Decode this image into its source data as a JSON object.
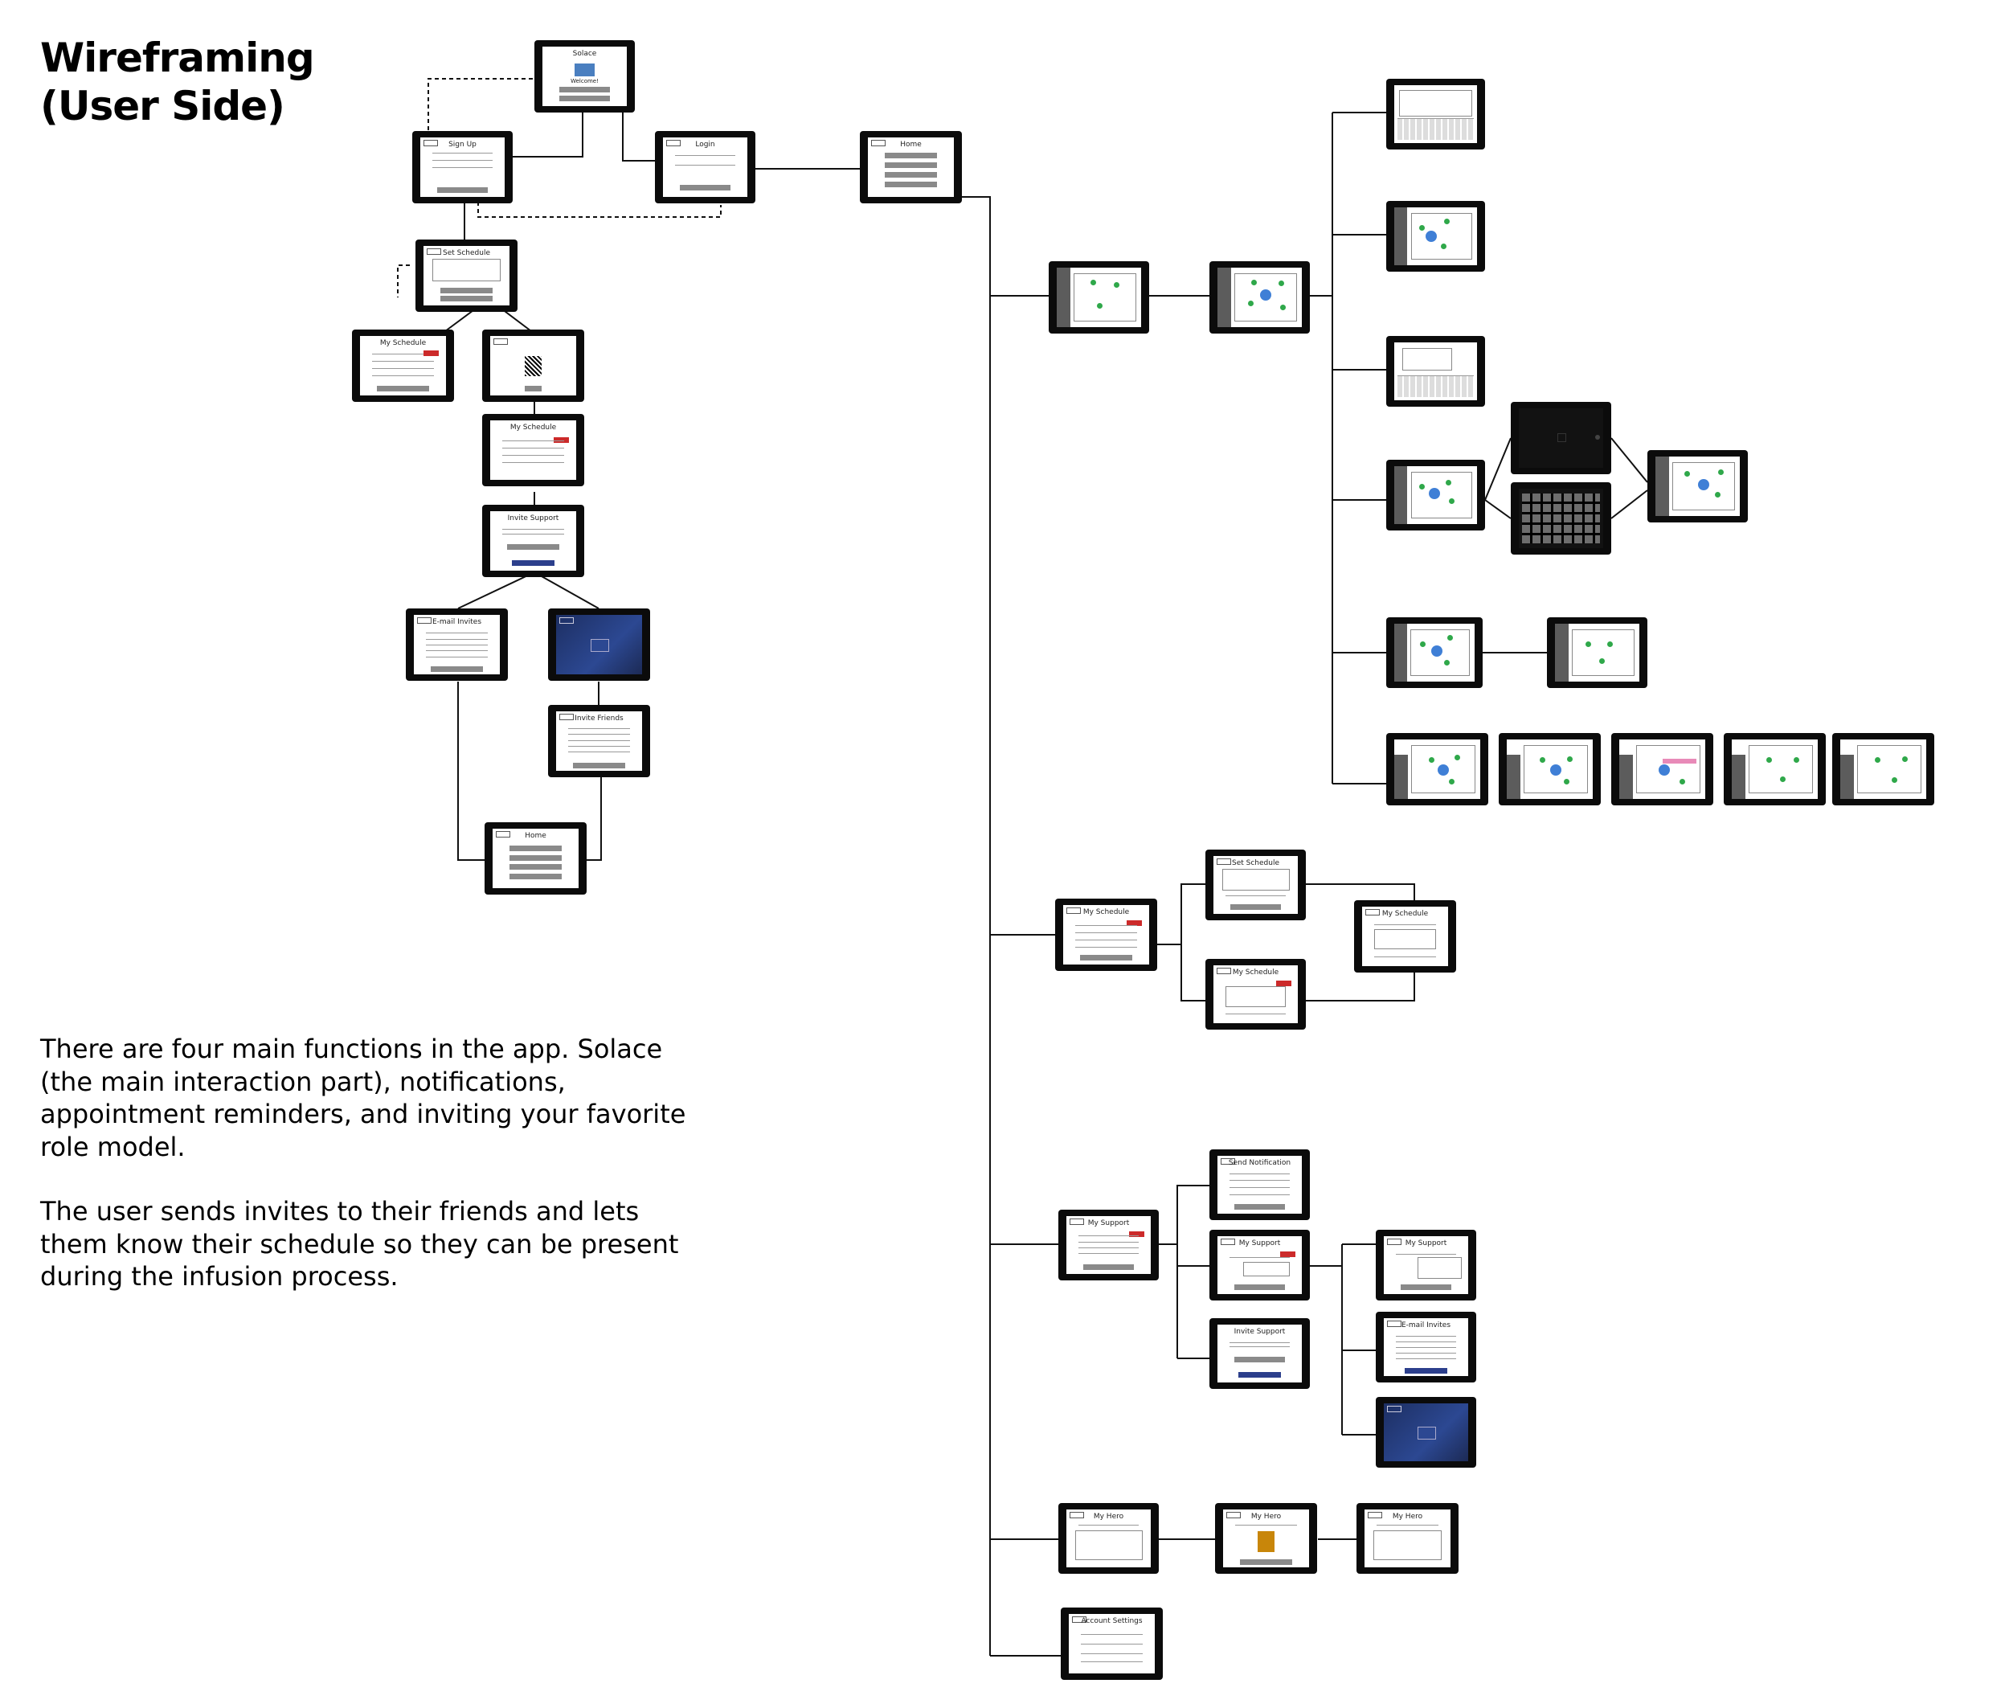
{
  "title": {
    "line1": "Wireframing",
    "line2": "(User Side)"
  },
  "description": {
    "paragraph1": "There are four main functions in the app. Solace (the main interaction part), notifications, appointment reminders, and inviting your favorite role model.",
    "paragraph2": "The user sends invites to their friends and lets them know their schedule so they can be present during the infusion process."
  },
  "screens": {
    "welcome": {
      "title": "Solace",
      "subtitle": "Welcome!"
    },
    "signup": {
      "title": "Sign Up"
    },
    "login": {
      "title": "Login"
    },
    "home_main": {
      "title": "Home"
    },
    "set_schedule": {
      "title": "Set Schedule"
    },
    "my_schedule": {
      "title": "My Schedule"
    },
    "my_schedule2": {
      "title": "My Schedule"
    },
    "invite_support": {
      "title": "Invite Support"
    },
    "email_invites": {
      "title": "E-mail Invites"
    },
    "invite_friends": {
      "title": "Invite Friends"
    },
    "home2": {
      "title": "Home"
    },
    "set_schedule_r": {
      "title": "Set Schedule"
    },
    "my_schedule_r1": {
      "title": "My Schedule"
    },
    "my_schedule_r2": {
      "title": "My Schedule"
    },
    "my_schedule_r3": {
      "title": "My Schedule"
    },
    "send_notification": {
      "title": "Send Notification"
    },
    "my_support": {
      "title": "My Support"
    },
    "my_support2": {
      "title": "My Support"
    },
    "my_support3": {
      "title": "My Support"
    },
    "invite_support2": {
      "title": "Invite Support"
    },
    "email_invites2": {
      "title": "E-mail Invites"
    },
    "my_hero1": {
      "title": "My Hero"
    },
    "my_hero2": {
      "title": "My Hero"
    },
    "my_hero3": {
      "title": "My Hero"
    },
    "account_settings": {
      "title": "Account Settings"
    }
  },
  "colors": {
    "device": "#0b0b0b",
    "accent_blue": "#2c3f8c",
    "alert_red": "#cc2a2a",
    "node_green": "#2fa84a",
    "node_blue": "#3f7fd6"
  }
}
